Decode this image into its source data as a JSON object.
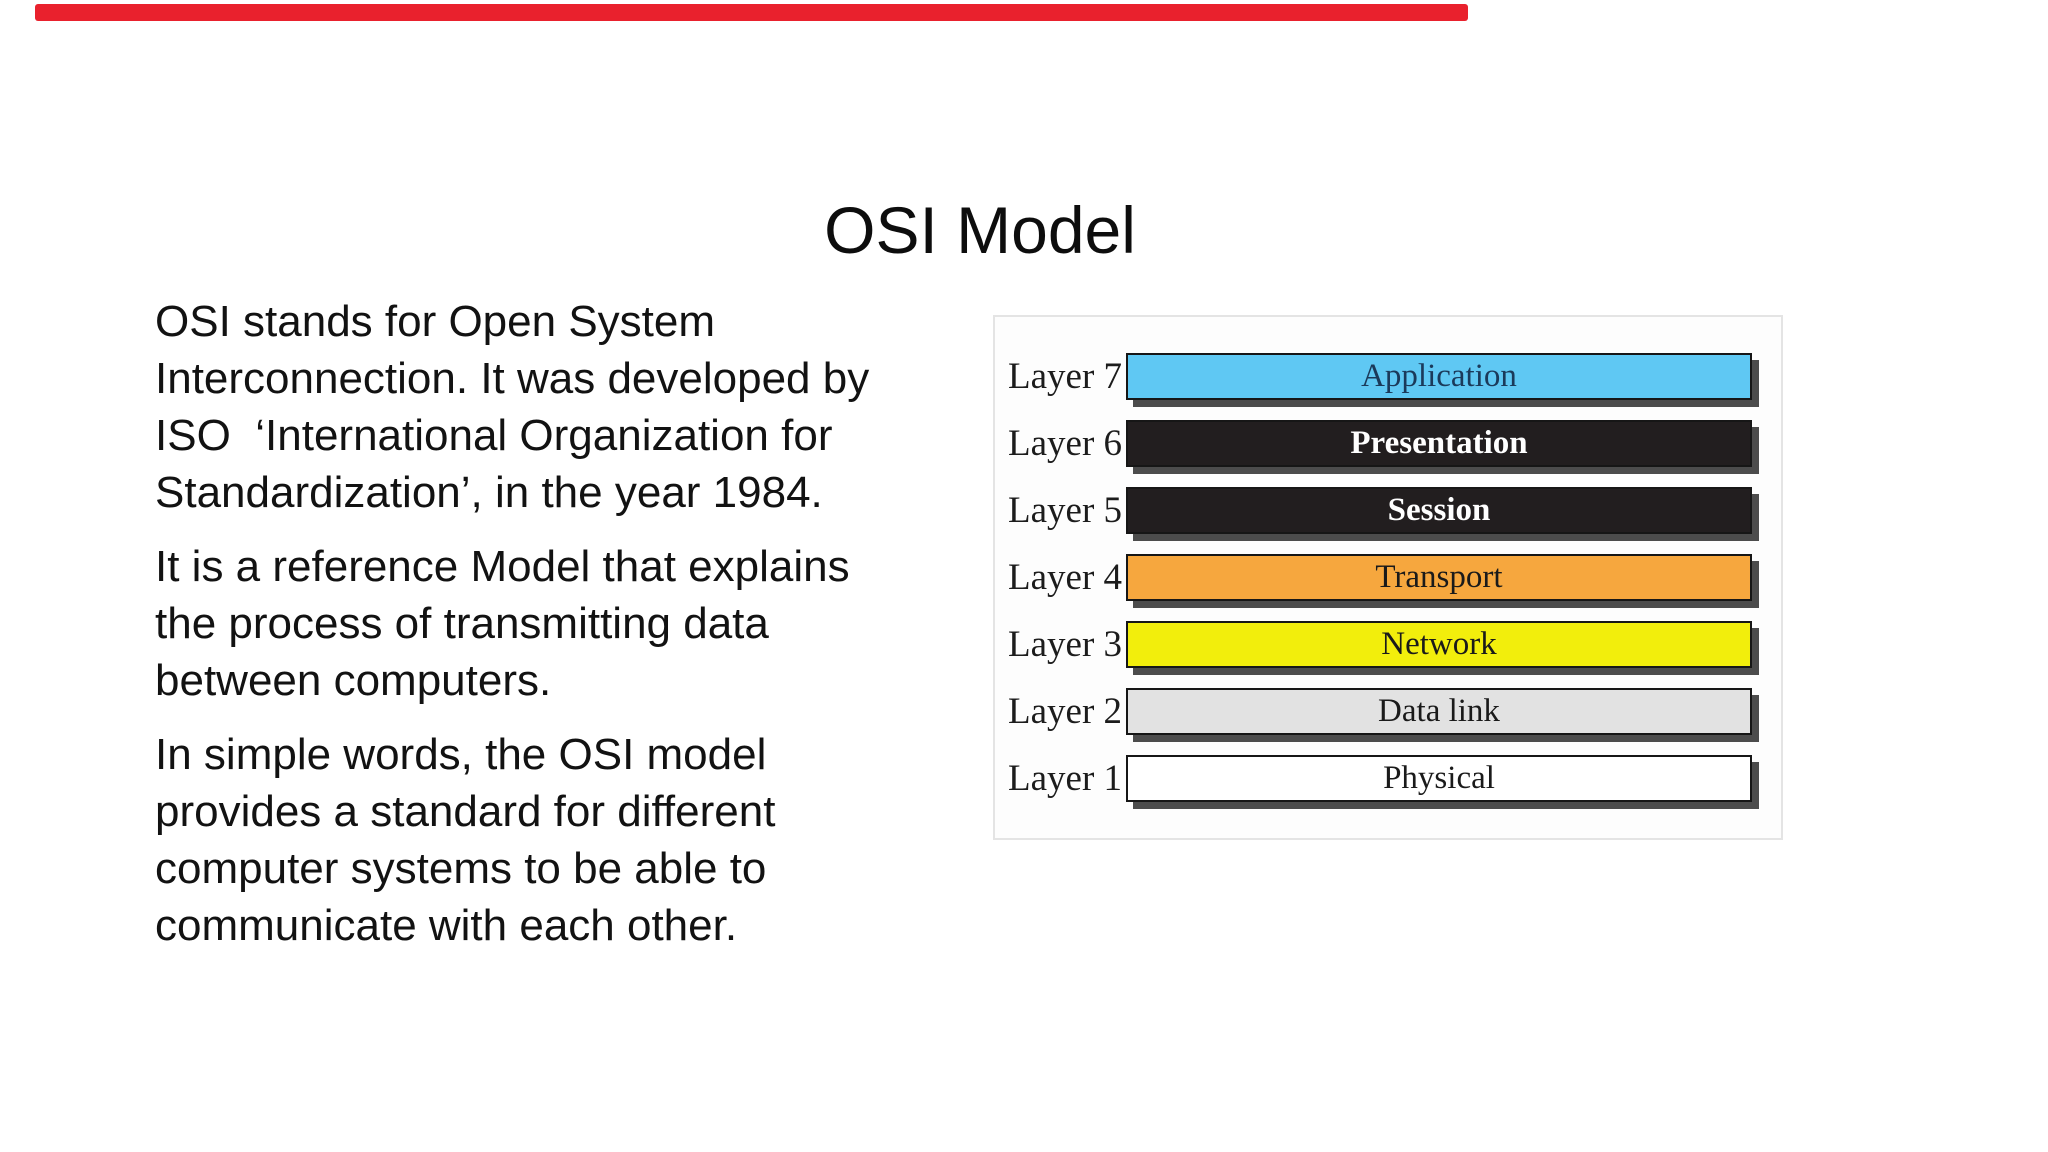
{
  "top_progress_bar": {
    "percent": 72,
    "color": "#e9212d"
  },
  "title": "OSI Model",
  "body": {
    "paragraphs": [
      {
        "lines": [
          "OSI stands for Open System",
          "Interconnection. It was developed by",
          "ISO  ‘International Organization for",
          "Standardization’, in the year 1984."
        ]
      },
      {
        "lines": [
          "It is a reference Model that explains",
          "the process of transmitting data",
          "between computers."
        ]
      },
      {
        "lines": [
          "In simple words, the OSI model",
          "provides a standard for different",
          "computer systems to be able to",
          "communicate with each other."
        ]
      }
    ]
  },
  "diagram": {
    "shadow_color": "#4c4c4c",
    "border_color": "#161616",
    "layers": [
      {
        "label": "Layer 7",
        "name": "Application",
        "fill": "#5fc8f3",
        "text_color": "#1b3a5a",
        "bold": false
      },
      {
        "label": "Layer 6",
        "name": "Presentation",
        "fill": "#221e1f",
        "text_color": "#ffffff",
        "bold": true
      },
      {
        "label": "Layer 5",
        "name": "Session",
        "fill": "#221e1f",
        "text_color": "#ffffff",
        "bold": true
      },
      {
        "label": "Layer 4",
        "name": "Transport",
        "fill": "#f6a73e",
        "text_color": "#1a1a1a",
        "bold": false
      },
      {
        "label": "Layer 3",
        "name": "Network",
        "fill": "#f2ee0c",
        "text_color": "#1a1a1a",
        "bold": false
      },
      {
        "label": "Layer 2",
        "name": "Data link",
        "fill": "#e2e2e2",
        "text_color": "#1a1a1a",
        "bold": false
      },
      {
        "label": "Layer 1",
        "name": "Physical",
        "fill": "#ffffff",
        "text_color": "#1a1a1a",
        "bold": false
      }
    ]
  }
}
